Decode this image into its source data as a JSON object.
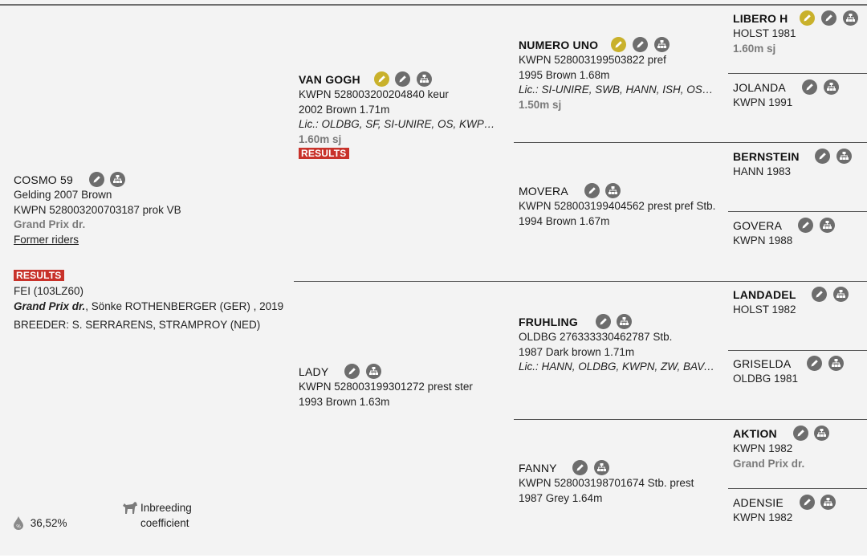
{
  "horse": {
    "name": "COSMO 59",
    "line1": "Gelding 2007 Brown",
    "line2": "KWPN 528003200703187 prok VB",
    "achievement": "Grand Prix dr.",
    "former_riders": "Former riders",
    "results_label": "RESULTS",
    "fei": "FEI (103LZ60)",
    "level": "Grand Prix dr.",
    "rider": ", Sönke ROTHENBERGER (GER) , 2019",
    "breeder": "BREEDER: S. SERRARENS, STRAMPROY (NED)",
    "inbreeding_pct": "36,52%",
    "inbreeding_label_1": "Inbreeding",
    "inbreeding_label_2": "coefficient"
  },
  "sire": {
    "name": "VAN GOGH",
    "line1": "KWPN 528003200204840 keur",
    "line2": "2002 Brown 1.71m",
    "lic": "Lic.: OLDBG, SF, SI-UNIRE, OS, KWPN, ...",
    "achievement": "1.60m sj",
    "results_label": "RESULTS"
  },
  "dam": {
    "name": "LADY",
    "line1": "KWPN 528003199301272 prest ster",
    "line2": "1993 Brown 1.63m"
  },
  "ss": {
    "name": "NUMERO UNO",
    "line1": "KWPN 528003199503822 pref",
    "line2": "1995 Brown 1.68m",
    "lic": "Lic.: SI-UNIRE, SWB, HANN, ISH, OS, S...",
    "achievement": "1.50m sj"
  },
  "sd": {
    "name": "MOVERA",
    "line1": "KWPN 528003199404562 prest pref Stb.",
    "line2": "1994 Brown 1.67m"
  },
  "ds": {
    "name": "FRUHLING",
    "line1": "OLDBG 276333330462787 Stb.",
    "line2": "1987 Dark brown 1.71m",
    "lic": "Lic.: HANN, OLDBG, KWPN, ZW, BAVA..."
  },
  "dd": {
    "name": "FANNY",
    "line1": "KWPN 528003198701674 Stb. prest",
    "line2": "1987 Grey 1.64m"
  },
  "g1": {
    "name": "LIBERO H",
    "line1": "HOLST 1981",
    "achievement": "1.60m sj"
  },
  "g2": {
    "name": "JOLANDA",
    "line1": "KWPN 1991"
  },
  "g3": {
    "name": "BERNSTEIN",
    "line1": "HANN 1983"
  },
  "g4": {
    "name": "GOVERA",
    "line1": "KWPN 1988"
  },
  "g5": {
    "name": "LANDADEL",
    "line1": "HOLST 1982"
  },
  "g6": {
    "name": "GRISELDA",
    "line1": "OLDBG 1981"
  },
  "g7": {
    "name": "AKTION",
    "line1": "KWPN 1982",
    "achievement": "Grand Prix dr."
  },
  "g8": {
    "name": "ADENSIE",
    "line1": "KWPN 1982"
  },
  "icons": {
    "gold": "stallion-key-icon",
    "edit": "pencil-icon",
    "tree": "pedigree-tree-icon",
    "gold_color": "#c9b12b",
    "grey_color": "#6d6d6d",
    "results_color": "#c8322a"
  }
}
